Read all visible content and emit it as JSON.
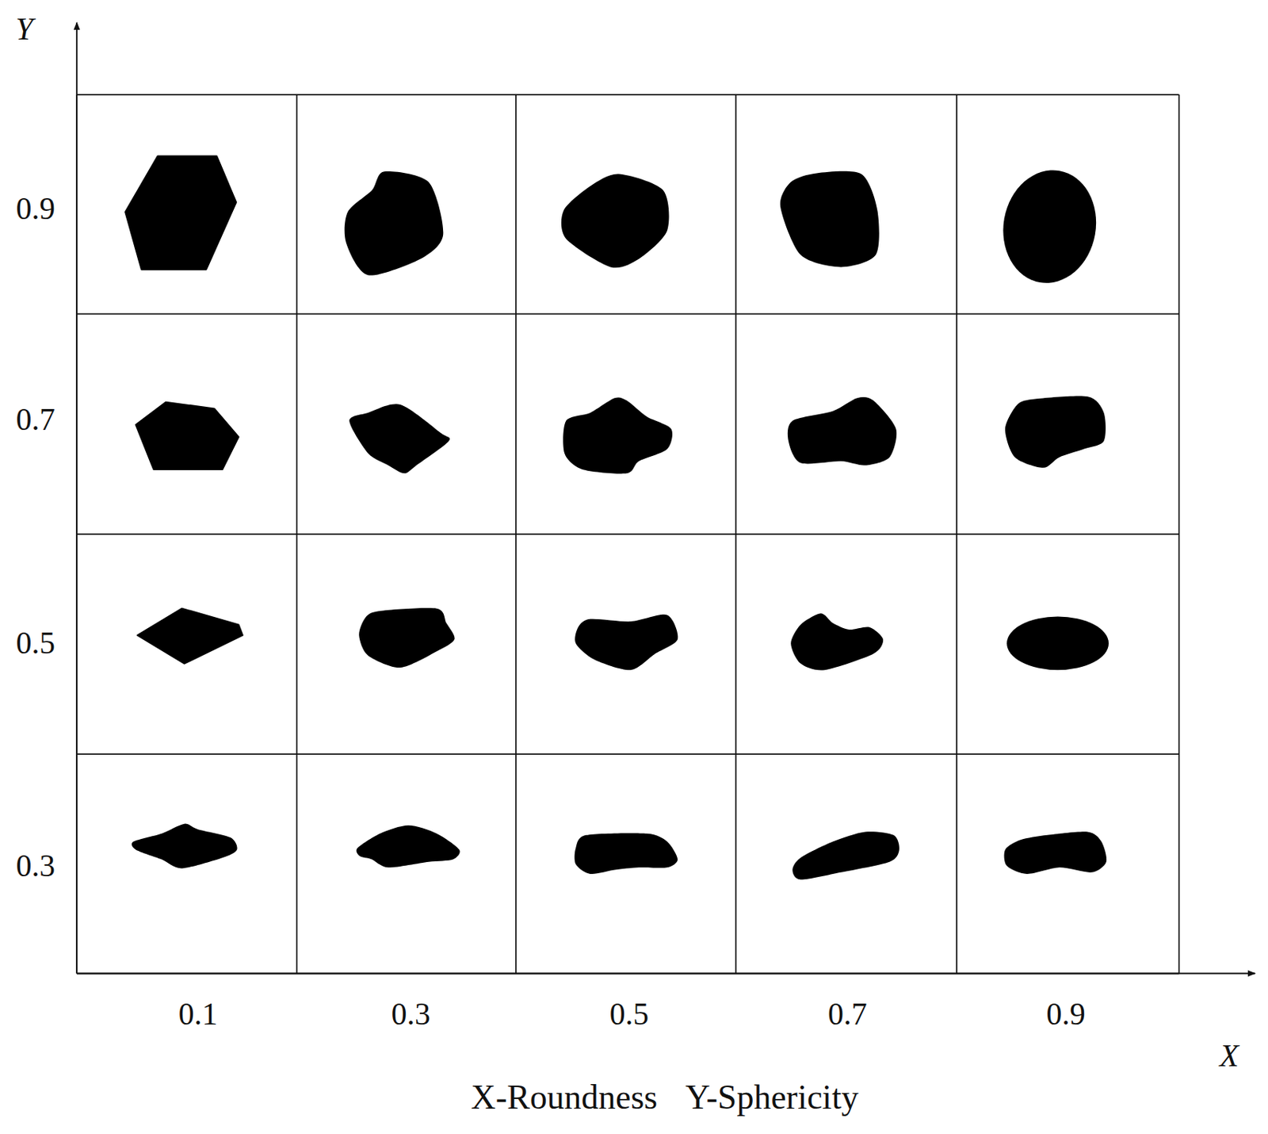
{
  "diagram": {
    "caption": "X-Roundness Y-Sphericity",
    "labels": [
      "Y",
      "0.9",
      "0.7",
      "0.5",
      "0.3",
      "0.1",
      "0.3",
      "0.5",
      "0.7",
      "0.9",
      "X"
    ]
  }
}
